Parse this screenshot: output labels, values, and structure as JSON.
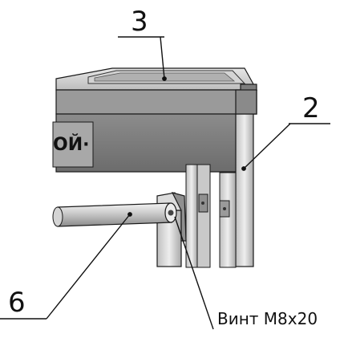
{
  "callouts": {
    "part_3": "3",
    "part_2": "2",
    "part_6": "6",
    "screw": "Винт М8х20"
  },
  "panel_text": "ОЙ·",
  "colors": {
    "metal_light": "#d9d9d9",
    "metal_mid": "#a6a6a6",
    "metal_dark": "#6f6f6f",
    "outline": "#1a1a1a",
    "leader": "#111111"
  }
}
